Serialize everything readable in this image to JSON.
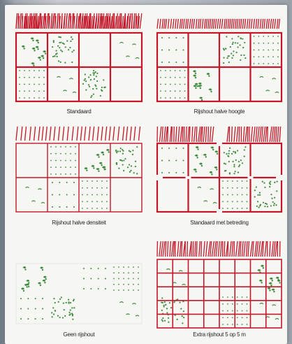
{
  "colors": {
    "frame": "#c4182a",
    "plant": "#3d8a3d",
    "bg": "#f6f6f3"
  },
  "panels": [
    {
      "id": "standaard",
      "caption": "Standaard"
    },
    {
      "id": "rijshout-halve-hoogte",
      "caption": "Rijshout halve hoogte"
    },
    {
      "id": "rijshout-halve-densiteit",
      "caption": "Rijshout halve densiteit"
    },
    {
      "id": "standaard-met-betreding",
      "caption": "Standaard met betreding"
    },
    {
      "id": "geen-rijshout",
      "caption": "Geen rijshout"
    },
    {
      "id": "extra-rijshout",
      "caption": "Extra rijshout 5 op 5 m"
    }
  ]
}
